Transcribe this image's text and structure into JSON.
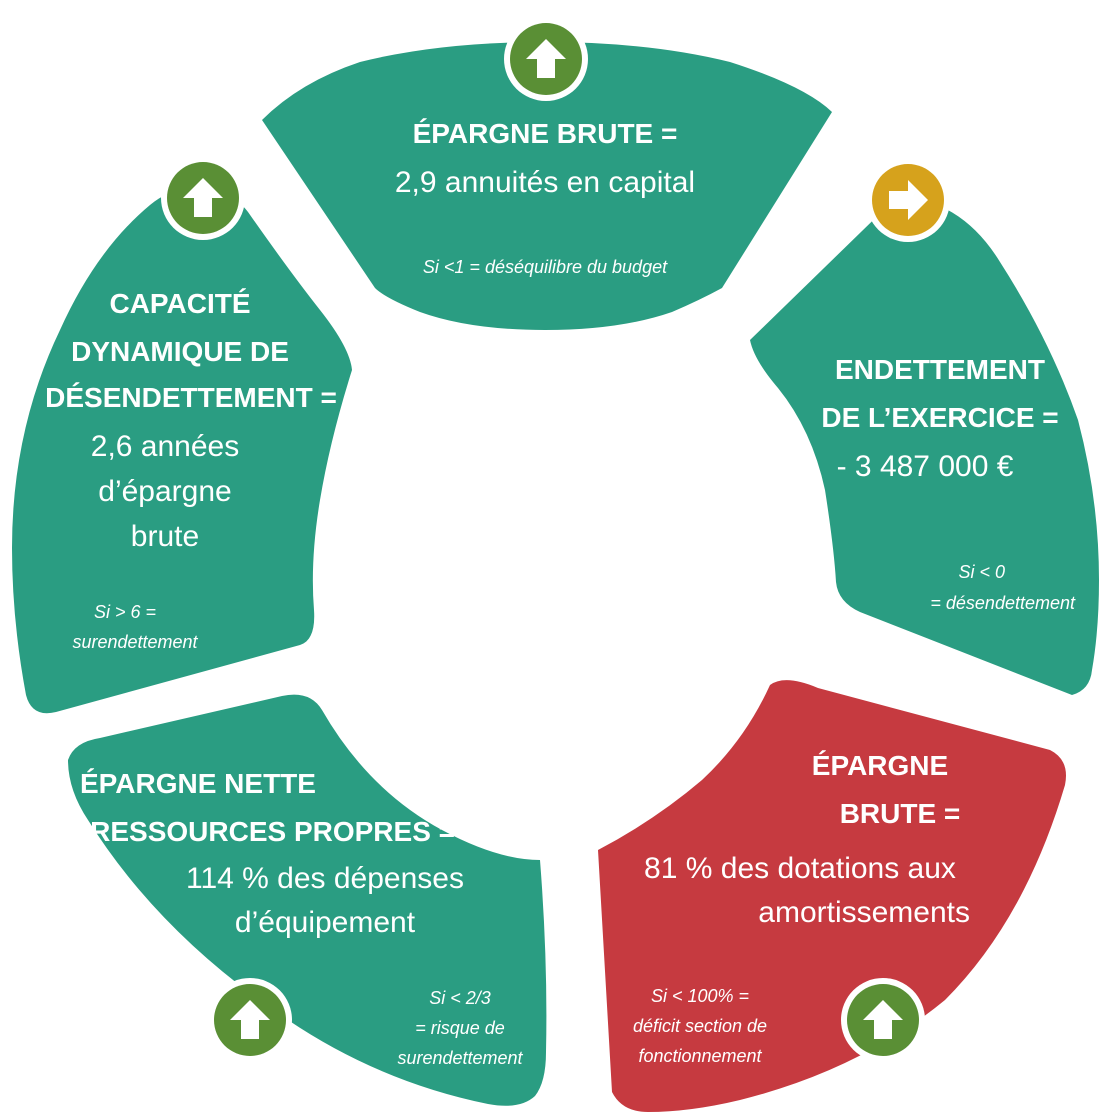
{
  "colors": {
    "segment": "#2a9d82",
    "alert_segment": "#c63a40",
    "badge_up": "#5a8f35",
    "badge_stable": "#d6a21c",
    "text": "#ffffff"
  },
  "segments": [
    {
      "id": "top",
      "status_icon": "arrow-up-icon",
      "heading": "ÉPARGNE BRUTE =",
      "value": "2,9 annuités en capital",
      "note": "Si <1 = déséquilibre du budget"
    },
    {
      "id": "right",
      "status_icon": "arrow-right-icon",
      "heading_line1": "ENDETTEMENT",
      "heading_line2": "DE L’EXERCICE  =",
      "value": "- 3 487 000 €",
      "note_line1": "Si < 0",
      "note_line2": "= désendettement"
    },
    {
      "id": "bottom-right",
      "status_icon": "arrow-up-icon",
      "heading_line1": "ÉPARGNE",
      "heading_line2": "BRUTE =",
      "value_line1": "81 % des dotations aux",
      "value_line2": "amortissements",
      "note_line1": "Si < 100% =",
      "note_line2": "déficit section de",
      "note_line3": "fonctionnement"
    },
    {
      "id": "bottom-left",
      "status_icon": "arrow-up-icon",
      "heading_line1": "ÉPARGNE NETTE",
      "heading_line2": "+ RESSOURCES PROPRES  =",
      "value_line1": "114 % des dépenses",
      "value_line2": "d’équipement",
      "note_line1": "Si < 2/3",
      "note_line2": "= risque de",
      "note_line3": "surendettement"
    },
    {
      "id": "left",
      "status_icon": "arrow-up-icon",
      "heading_line1": "CAPACITÉ",
      "heading_line2": "DYNAMIQUE DE",
      "heading_line3": "DÉSENDETTEMENT =",
      "value_line1": "2,6  années",
      "value_line2": "d’épargne",
      "value_line3": "brute",
      "note_line1": "Si > 6 =",
      "note_line2": "surendettement"
    }
  ]
}
